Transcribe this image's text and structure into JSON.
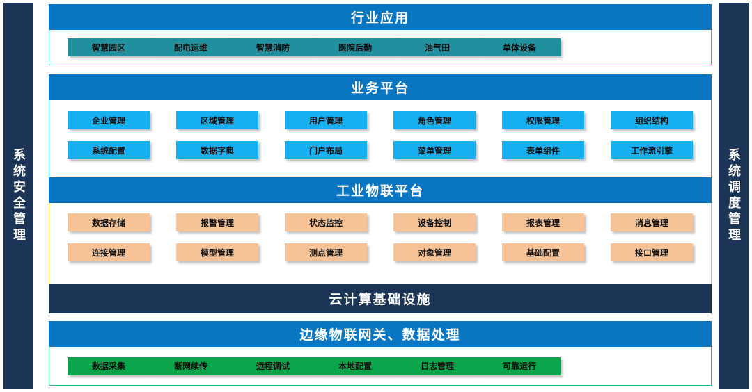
{
  "colors": {
    "header_blue": "#0a76c2",
    "header_navy": "#1c3557",
    "pillar_navy": "#1c3557",
    "chip_teal": "#21909e",
    "chip_cyan": "#16b0f0",
    "chip_orange": "#f7c295",
    "chip_green": "#0aa44a",
    "border_teal": "#3fb0b8",
    "border_cyan": "#23a7e8",
    "border_gold": "#f2bb24",
    "border_green": "#2bb673"
  },
  "pillars": {
    "left": "系统安全管理",
    "right": "系统调度管理"
  },
  "layers": [
    {
      "id": "industry",
      "title": "行业应用",
      "rows": [
        [
          "智慧园区",
          "配电运维",
          "智慧消防",
          "医院后勤",
          "油气田",
          "单体设备"
        ]
      ]
    },
    {
      "id": "business",
      "title": "业务平台",
      "rows": [
        [
          "企业管理",
          "区域管理",
          "用户管理",
          "角色管理",
          "权限管理",
          "组织结构"
        ],
        [
          "系统配置",
          "数据字典",
          "门户布局",
          "菜单管理",
          "表单组件",
          "工作流引擎"
        ]
      ]
    },
    {
      "id": "iot",
      "title": "工业物联平台",
      "rows": [
        [
          "数据存储",
          "报警管理",
          "状态监控",
          "设备控制",
          "报表管理",
          "消息管理"
        ],
        [
          "连接管理",
          "模型管理",
          "测点管理",
          "对象管理",
          "基础配置",
          "接口管理"
        ]
      ]
    },
    {
      "id": "cloud",
      "title": "云计算基础设施",
      "rows": []
    },
    {
      "id": "edge",
      "title": "边缘物联网关、数据处理",
      "rows": [
        [
          "数据采集",
          "断网续传",
          "远程调试",
          "本地配置",
          "日志管理",
          "可靠运行"
        ]
      ]
    }
  ]
}
